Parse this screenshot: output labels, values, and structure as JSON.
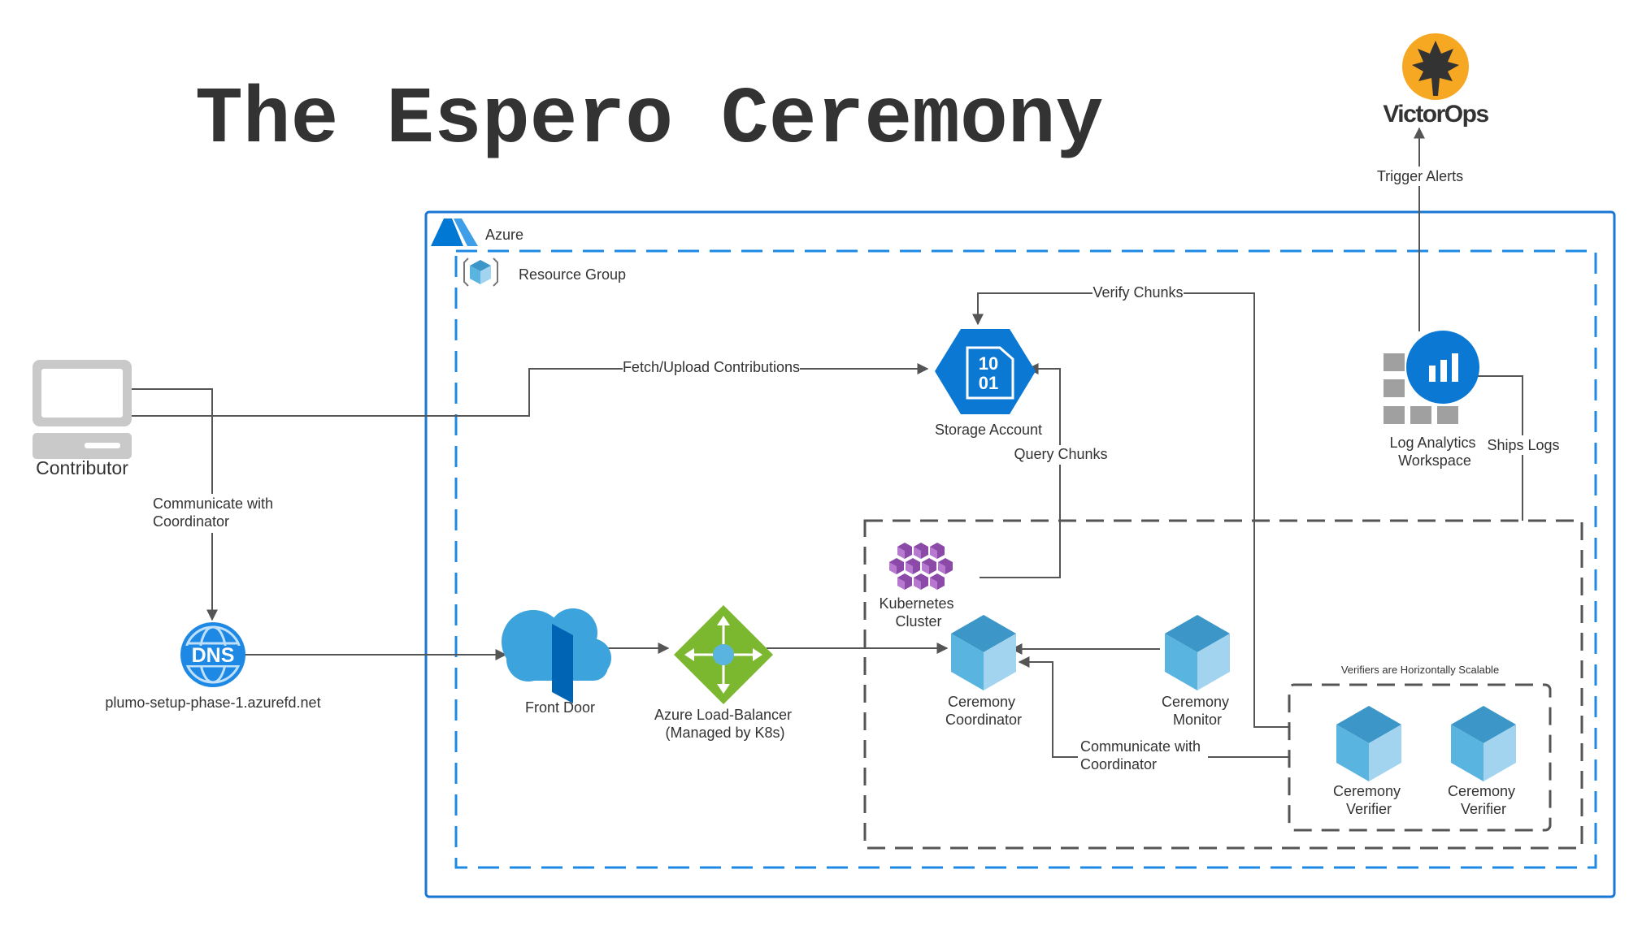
{
  "title": "The Espero Ceremony",
  "containers": {
    "azure": "Azure",
    "resource_group": "Resource Group",
    "verifiers_group": "Verifiers are Horizontally Scalable"
  },
  "nodes": {
    "victorops": "VictorOps",
    "contributor": "Contributor",
    "dns": "plumo-setup-phase-1.azurefd.net",
    "dns_badge": "DNS",
    "front_door": "Front Door",
    "load_balancer": [
      "Azure Load-Balancer",
      "(Managed by K8s)"
    ],
    "storage": "Storage Account",
    "storage_glyph": [
      "10",
      "01"
    ],
    "log_analytics": [
      "Log Analytics",
      "Workspace"
    ],
    "kubernetes": [
      "Kubernetes",
      "Cluster"
    ],
    "coordinator": [
      "Ceremony",
      "Coordinator"
    ],
    "monitor": [
      "Ceremony",
      "Monitor"
    ],
    "verifier_1": [
      "Ceremony",
      "Verifier"
    ],
    "verifier_2": [
      "Ceremony",
      "Verifier"
    ]
  },
  "edges": {
    "trigger_alerts": "Trigger Alerts",
    "verify_chunks": "Verify Chunks",
    "fetch_upload": "Fetch/Upload Contributions",
    "query_chunks": "Query Chunks",
    "ships_logs": "Ships Logs",
    "communicate_1": [
      "Communicate with",
      "Coordinator"
    ],
    "communicate_2": [
      "Communicate with",
      "Coordinator"
    ]
  },
  "colors": {
    "azure_border": "#1976d2",
    "resource_group_border": "#1e88e5",
    "k8s_border": "#555555",
    "arrow": "#555555",
    "cube_top": "#3c97c8",
    "cube_left": "#5ab4e0",
    "cube_right": "#a3d4ef",
    "storage_fill": "#0b78d4",
    "victorops_orange": "#f7a823",
    "lb_green": "#7cb82f",
    "k8s_purple": "#8b4aa8",
    "log_blue": "#0b78d4",
    "log_grey": "#a0a0a0"
  },
  "icons": {
    "victorops": "victorops-logo-icon",
    "contributor": "laptop-icon",
    "dns": "dns-globe-icon",
    "front_door": "front-door-cloud-icon",
    "load_balancer": "load-balancer-icon",
    "storage": "storage-account-icon",
    "log_analytics": "log-analytics-icon",
    "kubernetes": "kubernetes-cluster-icon",
    "cube": "container-cube-icon",
    "azure": "azure-logo-icon",
    "resource_group": "resource-group-icon"
  }
}
